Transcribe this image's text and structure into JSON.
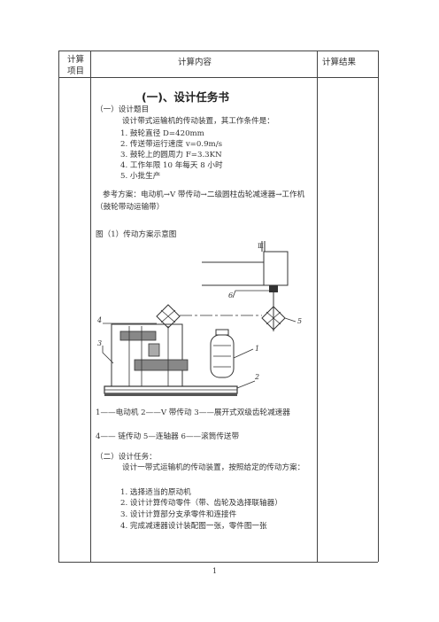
{
  "table": {
    "col1_line1": "计算",
    "col1_line2": "项目",
    "col2": "计算内容",
    "col3": "计算结果"
  },
  "section": {
    "title": "(一)、设计任务书",
    "sub1": "（一）设计题目",
    "intro": "设计带式运输机的传动装置，其工作条件是：",
    "conditions": [
      "1.  鼓轮直径 D=420mm",
      "2.  传送带运行速度 v=0.9m/s",
      "3.  鼓轮上的圆周力 F=3.3KN",
      "4.  工作年限 10 年每天 8 小时",
      "5.  小批生产"
    ],
    "scheme": "参考方案：电动机→V 带传动→二级圆柱齿轮减速器→工作机（鼓轮带动运输带）",
    "figure_caption": "图（1）传动方案示意图",
    "legend_line1": "1——电动机   2——V 带传动   3——展开式双级齿轮减速器",
    "legend_line2": "4—— 链传动  5—连轴器   6——滚筒传送带",
    "sub2": "（二）设计任务：",
    "task_intro": "设计一带式运输机的传动装置，按照给定的传动方案：",
    "tasks": [
      "1.  选择适当的原动机",
      "2.  设计计算传动零件（带、齿轮及选择联轴器）",
      "3.  设计计算部分支承零件和连接件",
      "4.  完成减速器设计装配图一张，零件图一张"
    ]
  },
  "diagram": {
    "labels": {
      "n1": "1",
      "n2": "2",
      "n3": "3",
      "n4": "4",
      "n5": "5",
      "n6": "6",
      "top_mark": "Ⅲ"
    }
  },
  "footer": {
    "page_number": "1"
  }
}
